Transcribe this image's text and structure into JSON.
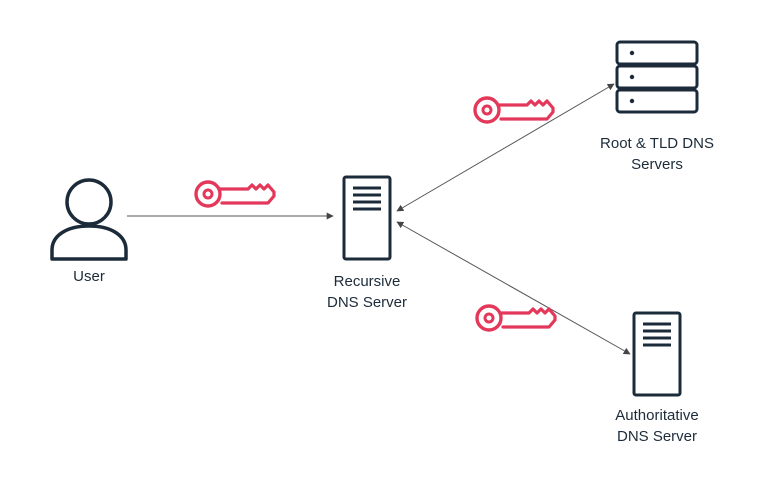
{
  "diagram": {
    "nodes": {
      "user": {
        "label": "User",
        "icon": "user-icon"
      },
      "recursive": {
        "label_line1": "Recursive",
        "label_line2": "DNS Server",
        "icon": "server-icon"
      },
      "root_tld": {
        "label_line1": "Root & TLD DNS",
        "label_line2": "Servers",
        "icon": "server-stack-icon"
      },
      "authoritative": {
        "label_line1": "Authoritative",
        "label_line2": "DNS Server",
        "icon": "server-icon"
      }
    },
    "edges": [
      {
        "from": "user",
        "to": "recursive",
        "direction": "one-way",
        "marker": "key-icon"
      },
      {
        "from": "recursive",
        "to": "root_tld",
        "direction": "two-way",
        "marker": "key-icon"
      },
      {
        "from": "recursive",
        "to": "authoritative",
        "direction": "two-way",
        "marker": "key-icon"
      }
    ],
    "colors": {
      "icon_stroke": "#1c2b3a",
      "key": "#e3385a",
      "edge": "#555555",
      "text": "#1c2b3a"
    }
  }
}
